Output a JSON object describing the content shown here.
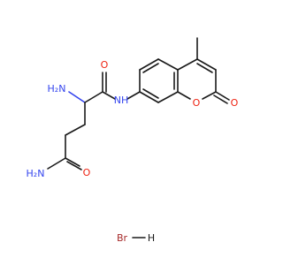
{
  "colors": {
    "carbon": "#1a1a1a",
    "nitrogen": "#3344ee",
    "oxygen": "#ee2211",
    "bromine": "#a62929",
    "background": "#ffffff"
  },
  "atoms": {
    "amine_alpha": "H₂N",
    "amide_nh": "NH",
    "amide_o": "O",
    "primary_amide_n": "H₂N",
    "primary_amide_o": "O",
    "ring_o": "O",
    "lactone_o": "O",
    "br": "Br",
    "h": "H"
  }
}
